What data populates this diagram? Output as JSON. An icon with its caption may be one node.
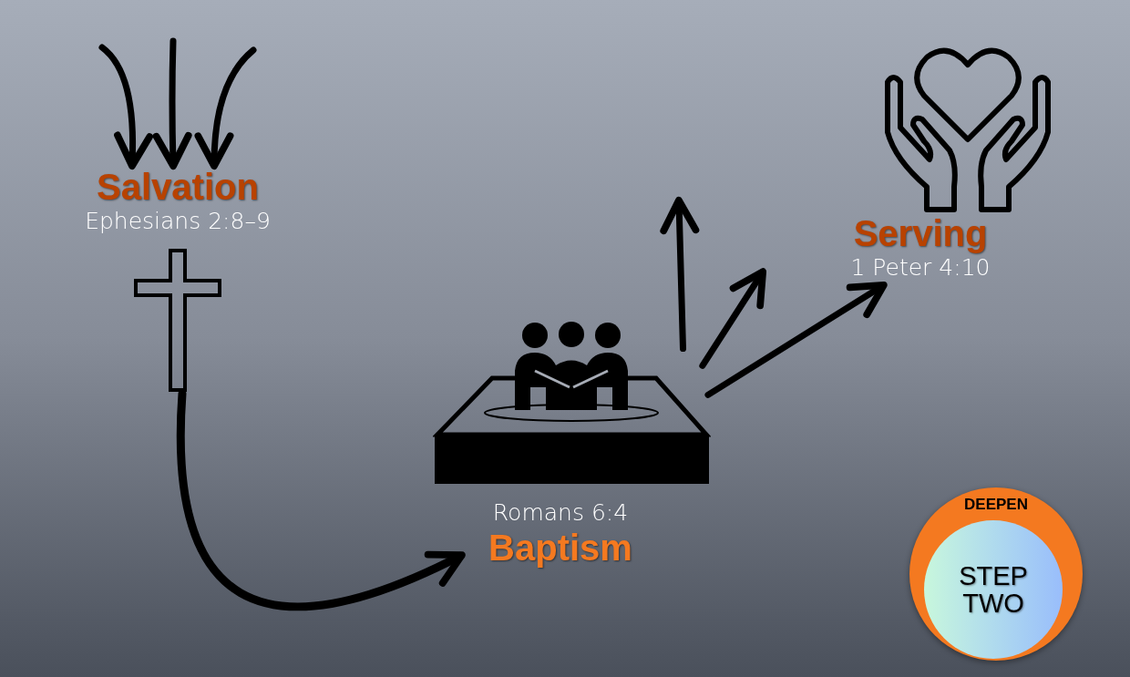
{
  "diagram": {
    "nodes": [
      {
        "text": [
          "Salvation",
          "Ephesians 2:8–9"
        ]
      },
      {
        "text": [],
        "shape": "cross"
      },
      {
        "text": [],
        "shape": "picture"
      },
      {
        "text": [
          "Romans 6:4",
          "Baptism"
        ]
      },
      {
        "text": [],
        "shape": "picture"
      },
      {
        "text": [
          "Serving",
          "1 Peter 4:10"
        ]
      },
      {
        "text": [
          "DEEPEN"
        ]
      },
      {
        "text": [
          "STEP TWO"
        ],
        "in": 6
      }
    ],
    "edges": [
      {
        "from": null,
        "to": 0,
        "arrow": "to"
      },
      {
        "from": null,
        "to": 0,
        "arrow": "to"
      },
      {
        "from": null,
        "to": 0,
        "arrow": "to"
      },
      {
        "from": 1,
        "to": 3,
        "arrow": "to"
      },
      {
        "from": 2,
        "to": null,
        "arrow": "to"
      },
      {
        "from": 2,
        "to": null,
        "arrow": "to"
      },
      {
        "from": 2,
        "to": 5,
        "arrow": "to"
      }
    ]
  }
}
